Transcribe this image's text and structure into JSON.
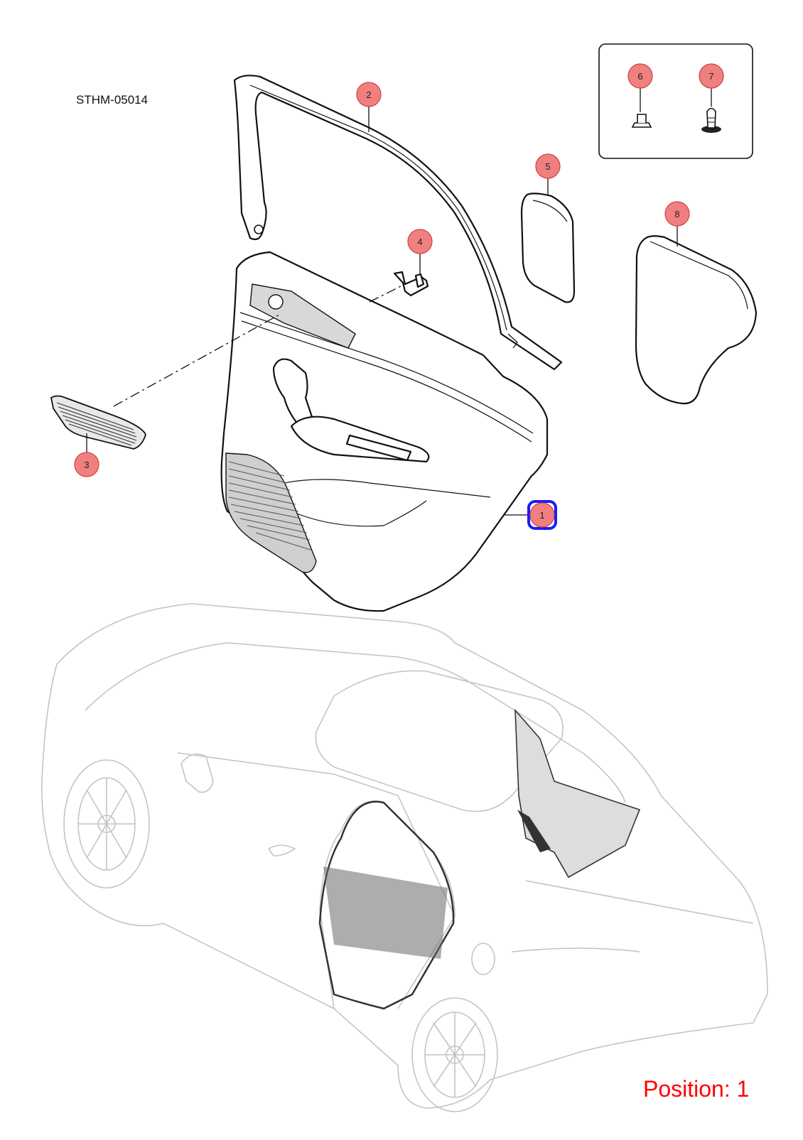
{
  "diagram_code": "STHM-05014",
  "position_text": "Position: 1",
  "selected_position": "1",
  "colors": {
    "callout_fill": "#f08080",
    "callout_stroke": "#d04040",
    "selected_outline": "#1a1aff",
    "position_text": "#ff0000",
    "line": "#111111",
    "vehicle_line": "#c4c4c4"
  },
  "callouts": [
    {
      "number": "1"
    },
    {
      "number": "2"
    },
    {
      "number": "3"
    },
    {
      "number": "4"
    },
    {
      "number": "5"
    },
    {
      "number": "6"
    },
    {
      "number": "7"
    },
    {
      "number": "8"
    }
  ]
}
